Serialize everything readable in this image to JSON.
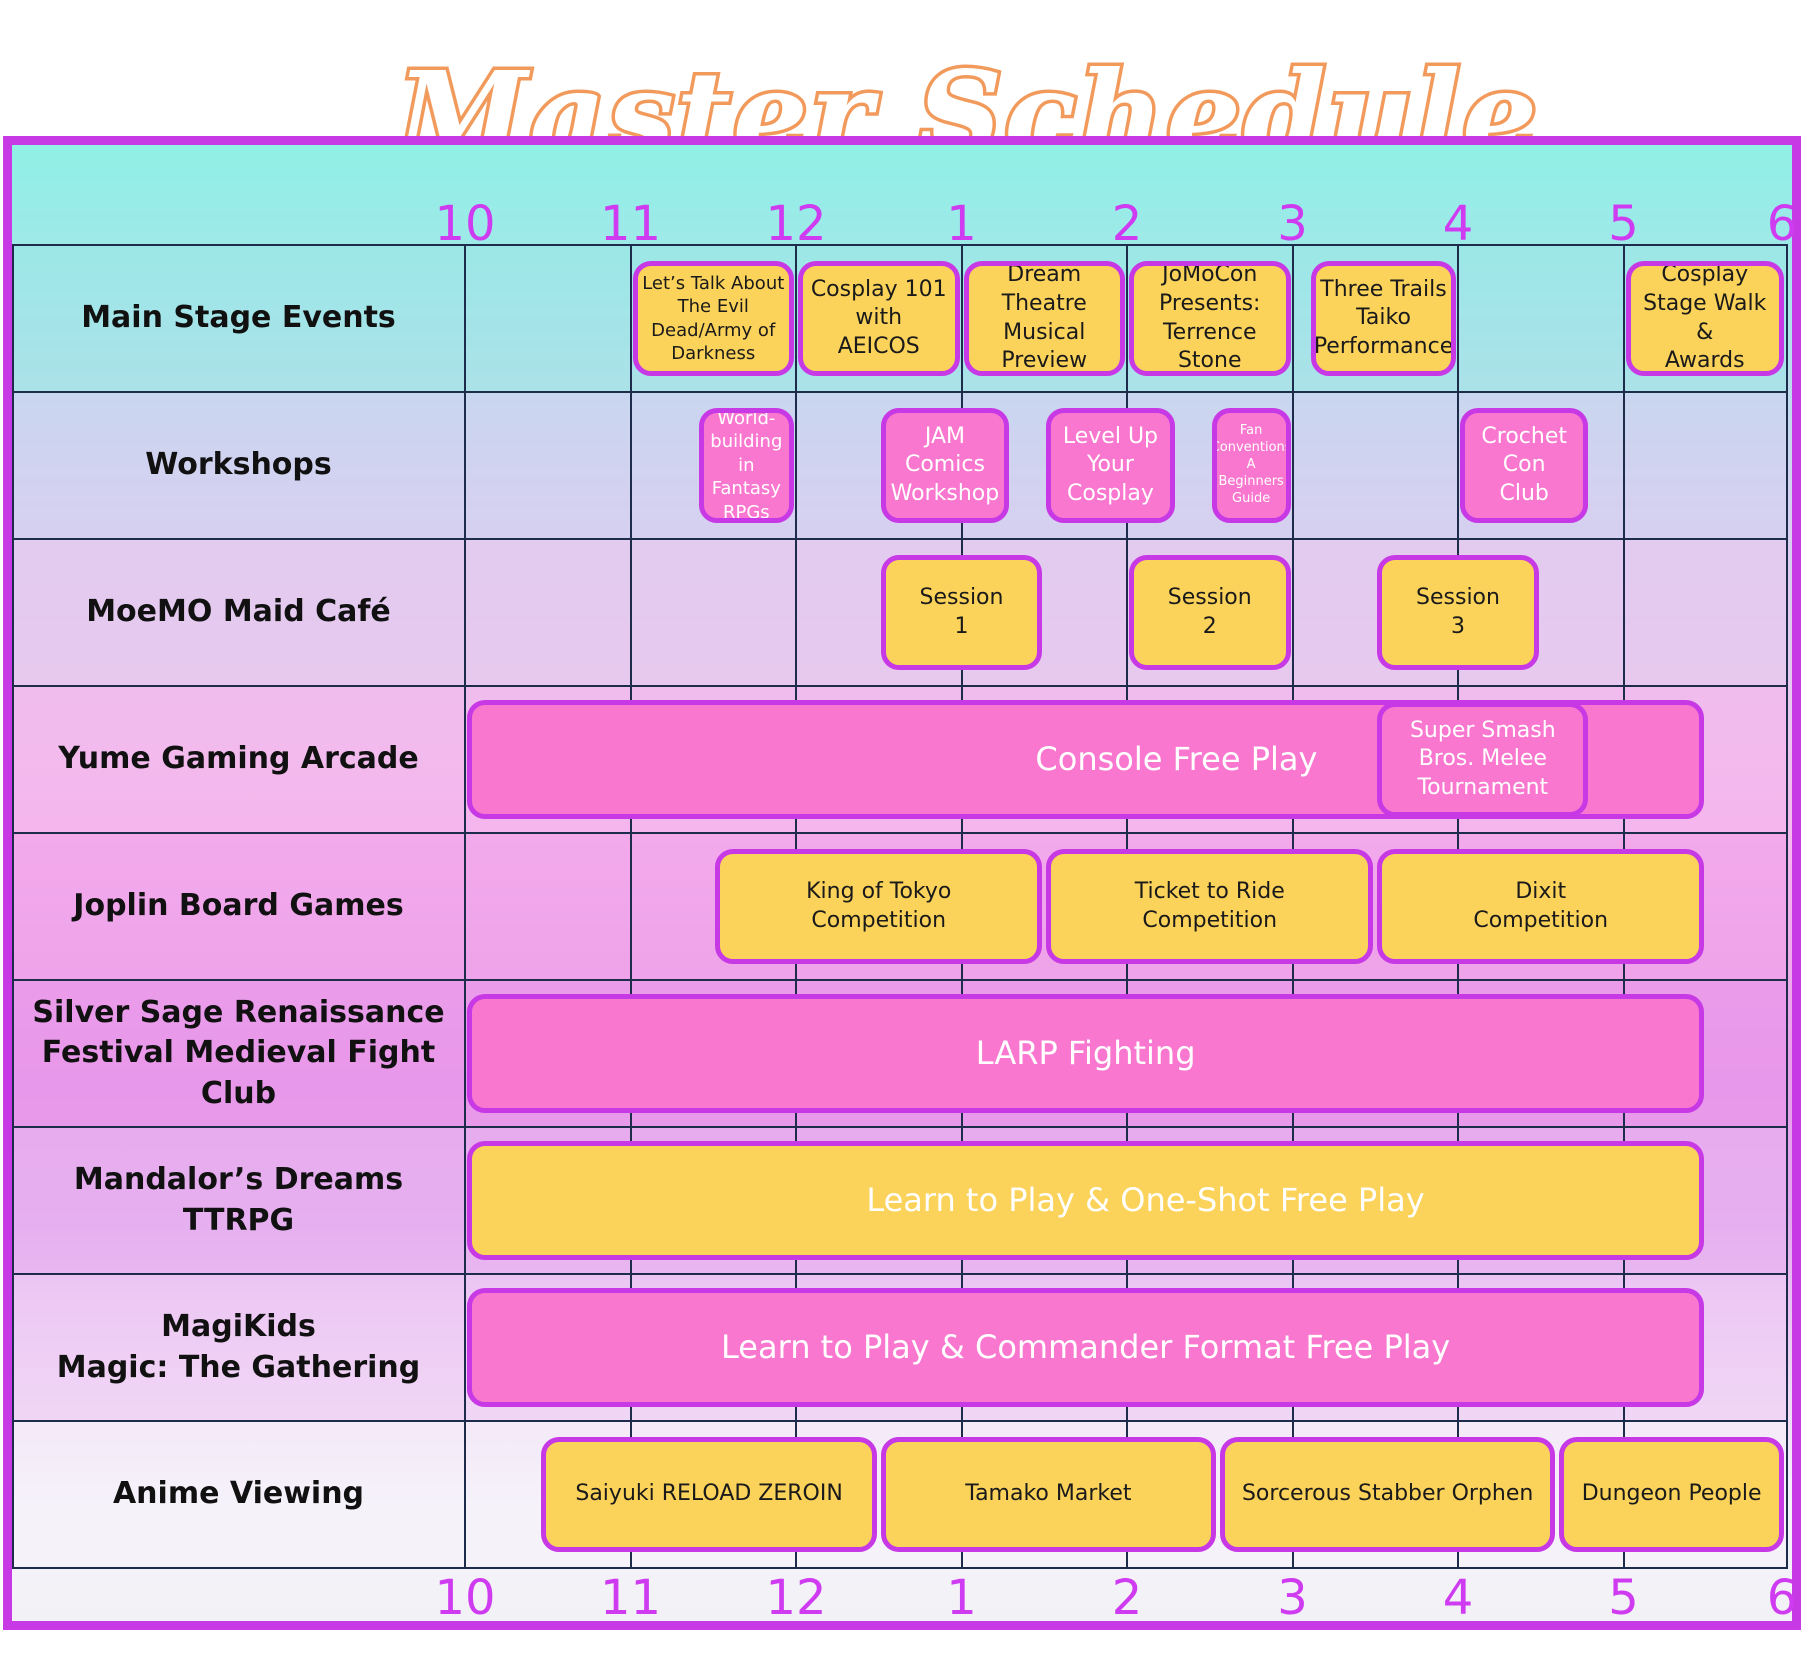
{
  "title": "Master Schedule",
  "colors": {
    "frame": "#c839e6",
    "hour_labels": "#cf3bf0",
    "title_fill": "#ffffff",
    "title_outline": "#f29a5c",
    "event_yellow": "#fbd25a",
    "event_pink": "#f977cf",
    "grid_line": "#1e2c4c"
  },
  "hours": [
    "10",
    "11",
    "12",
    "1",
    "2",
    "3",
    "4",
    "5",
    "6"
  ],
  "rows": [
    {
      "label": "Main Stage Events",
      "bg": "#9ce6e6"
    },
    {
      "label": "Workshops",
      "bg": "#d4d2f0"
    },
    {
      "label": "MoeMO Maid Café",
      "bg": "#e8c8ee"
    },
    {
      "label": "Yume Gaming Arcade",
      "bg": "#f6b2ec"
    },
    {
      "label": "Joplin Board Games",
      "bg": "#ee9eea"
    },
    {
      "label": "Silver Sage Renaissance\nFestival Medieval Fight Club",
      "bg": "#e892ea"
    },
    {
      "label": "Mandalor’s Dreams\nTTRPG",
      "bg": "#e8b4f0"
    },
    {
      "label": "MagiKids\nMagic: The Gathering",
      "bg": "#efd0f4"
    },
    {
      "label": "Anime Viewing",
      "bg": "#f5f3fa"
    }
  ],
  "events": [
    {
      "row": 0,
      "start": 11.0,
      "end": 12.0,
      "text": "Let’s Talk About\nThe Evil\nDead/Army of\nDarkness",
      "style": "yellow",
      "size": "small"
    },
    {
      "row": 0,
      "start": 12.0,
      "end": 13.0,
      "text": "Cosplay 101\nwith\nAEICOS",
      "style": "yellow",
      "size": "medium"
    },
    {
      "row": 0,
      "start": 13.0,
      "end": 14.0,
      "text": "Dream\nTheatre\nMusical\nPreview",
      "style": "yellow",
      "size": "medium"
    },
    {
      "row": 0,
      "start": 14.0,
      "end": 15.0,
      "text": "JoMoCon\nPresents:\nTerrence\nStone",
      "style": "yellow",
      "size": "medium"
    },
    {
      "row": 0,
      "start": 15.1,
      "end": 16.0,
      "text": "Three Trails\nTaiko\nPerformance",
      "style": "yellow",
      "size": "medium"
    },
    {
      "row": 0,
      "start": 17.0,
      "end": 18.0,
      "text": "Cosplay\nStage Walk\n&\nAwards",
      "style": "yellow",
      "size": "medium"
    },
    {
      "row": 1,
      "start": 11.4,
      "end": 12.0,
      "text": "World-\nbuilding\nin Fantasy\nRPGs",
      "style": "pink",
      "size": "small"
    },
    {
      "row": 1,
      "start": 12.5,
      "end": 13.3,
      "text": "JAM\nComics\nWorkshop",
      "style": "pink",
      "size": "medium"
    },
    {
      "row": 1,
      "start": 13.5,
      "end": 14.3,
      "text": "Level Up\nYour\nCosplay",
      "style": "pink",
      "size": "medium"
    },
    {
      "row": 1,
      "start": 14.5,
      "end": 15.0,
      "text": "Fan\nConventions\nA\nBeginners\nGuide",
      "style": "pink",
      "size": "tiny"
    },
    {
      "row": 1,
      "start": 16.0,
      "end": 16.8,
      "text": "Crochet\nCon\nClub",
      "style": "pink",
      "size": "medium"
    },
    {
      "row": 2,
      "start": 12.5,
      "end": 13.5,
      "text": "Session\n1",
      "style": "yellow",
      "size": "medium"
    },
    {
      "row": 2,
      "start": 14.0,
      "end": 15.0,
      "text": "Session\n2",
      "style": "yellow",
      "size": "medium"
    },
    {
      "row": 2,
      "start": 15.5,
      "end": 16.5,
      "text": "Session\n3",
      "style": "yellow",
      "size": "medium"
    },
    {
      "row": 3,
      "start": 10.0,
      "end": 17.5,
      "text": "Console Free Play",
      "style": "pink",
      "size": "large",
      "offset": 0.15
    },
    {
      "row": 3,
      "start": 15.5,
      "end": 16.8,
      "text": "Super Smash\nBros. Melee\nTournament",
      "style": "pink",
      "size": "medium"
    },
    {
      "row": 4,
      "start": 11.5,
      "end": 13.5,
      "text": "King of Tokyo\nCompetition",
      "style": "yellow",
      "size": "medium"
    },
    {
      "row": 4,
      "start": 13.5,
      "end": 15.5,
      "text": "Ticket to Ride\nCompetition",
      "style": "yellow",
      "size": "medium"
    },
    {
      "row": 4,
      "start": 15.5,
      "end": 17.5,
      "text": "Dixit\nCompetition",
      "style": "yellow",
      "size": "medium"
    },
    {
      "row": 5,
      "start": 10.0,
      "end": 17.5,
      "text": "LARP Fighting",
      "style": "pink",
      "size": "large"
    },
    {
      "row": 6,
      "start": 10.0,
      "end": 17.5,
      "text": "Learn to Play & One-Shot Free Play",
      "style": "yellow-white",
      "size": "large",
      "offset": 0.1
    },
    {
      "row": 7,
      "start": 10.0,
      "end": 17.5,
      "text": "Learn to Play & Commander Format Free Play",
      "style": "pink",
      "size": "large"
    },
    {
      "row": 8,
      "start": 10.45,
      "end": 12.5,
      "text": "Saiyuki RELOAD ZEROIN",
      "style": "yellow",
      "size": "medium"
    },
    {
      "row": 8,
      "start": 12.5,
      "end": 14.55,
      "text": "Tamako Market",
      "style": "yellow",
      "size": "medium"
    },
    {
      "row": 8,
      "start": 14.55,
      "end": 16.6,
      "text": "Sorcerous Stabber Orphen",
      "style": "yellow",
      "size": "medium"
    },
    {
      "row": 8,
      "start": 16.6,
      "end": 18.0,
      "text": "Dungeon People",
      "style": "yellow",
      "size": "medium"
    }
  ]
}
